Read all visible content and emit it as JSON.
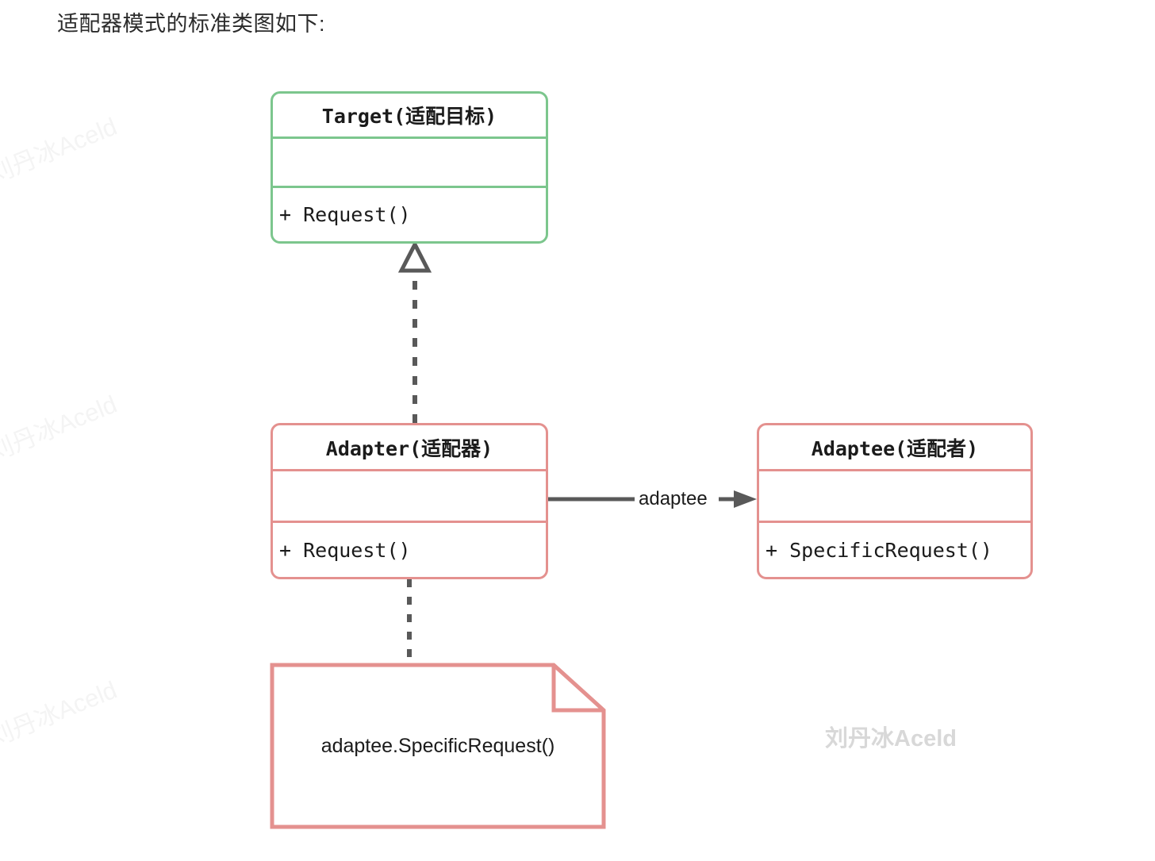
{
  "page": {
    "caption": "适配器模式的标准类图如下:",
    "background": "#ffffff"
  },
  "colors": {
    "target_border": "#7cc68d",
    "adapter_border": "#e4918f",
    "adaptee_border": "#e4918f",
    "note_border": "#e4918f",
    "connector": "#595959",
    "text": "#1b1b1b",
    "watermark": "#d8d8d8"
  },
  "diagram": {
    "type": "uml-class-diagram",
    "classes": [
      {
        "id": "target",
        "title": "Target(适配目标)",
        "attributes": [],
        "operations": [
          "+ Request()"
        ],
        "border_color": "#7cc68d"
      },
      {
        "id": "adapter",
        "title": "Adapter(适配器)",
        "attributes": [],
        "operations": [
          "+ Request()"
        ],
        "border_color": "#e4918f"
      },
      {
        "id": "adaptee",
        "title": "Adaptee(适配者)",
        "attributes": [],
        "operations": [
          "+ SpecificRequest()"
        ],
        "border_color": "#e4918f"
      }
    ],
    "note": {
      "id": "note-adapter-body",
      "text": "adaptee.SpecificRequest()"
    },
    "connectors": [
      {
        "id": "adapter-implements-target",
        "from": "adapter",
        "to": "target",
        "style": "dashed",
        "arrow": "hollow-triangle",
        "label": ""
      },
      {
        "id": "adapter-uses-adaptee",
        "from": "adapter",
        "to": "adaptee",
        "style": "solid",
        "arrow": "solid-arrow",
        "label": "adaptee"
      },
      {
        "id": "adapter-note-link",
        "from": "adapter",
        "to": "note-adapter-body",
        "style": "dashed",
        "arrow": "none",
        "label": ""
      }
    ]
  },
  "watermarks": {
    "main": "刘丹冰Aceld",
    "edge": "刘丹冰Aceld"
  }
}
